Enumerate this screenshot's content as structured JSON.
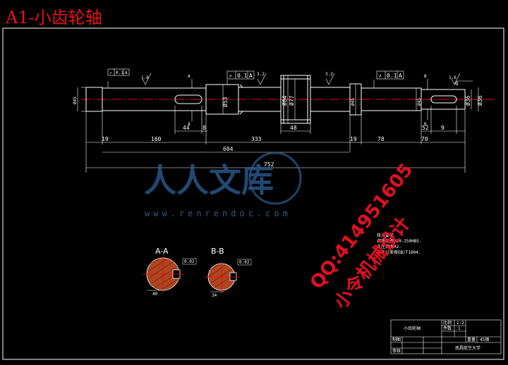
{
  "title": "A1-小齿轮轴",
  "tolerance_frames": [
    {
      "symbol": "↗",
      "value": "0.1",
      "datum": "A"
    },
    {
      "symbol": "↗",
      "value": "0.1",
      "datum": "A"
    },
    {
      "symbol": "↗",
      "value": "0.1",
      "datum": "A"
    }
  ],
  "section_markers": {
    "a": "A",
    "b": "B"
  },
  "roughness_labels": [
    "1.6",
    "3.2",
    "3.2",
    "1.6"
  ],
  "diameter_labels": [
    "Ø45",
    "Ø53",
    "Ø84",
    "Ø77",
    "Ø45",
    "Ø45",
    "Ø36",
    "Ø36"
  ],
  "length_dims": {
    "top_row": [
      "44",
      "8",
      "48",
      "52",
      "6"
    ],
    "row1": [
      "19",
      "160",
      "333",
      "19",
      "78",
      "70"
    ],
    "row2": "604",
    "row3": "752",
    "right_small": "9"
  },
  "sections": {
    "a_label": "A-A",
    "b_label": "B-B",
    "a_depth": "40",
    "b_depth": "34",
    "a_tol": "0.02",
    "b_tol": "0.02"
  },
  "tech_notes": [
    "技术要求",
    "调质处理220-250HBS.",
    "未注倒角R2.",
    "未注公差按GB/T1804."
  ],
  "title_block": {
    "part_name": "小齿轮轴",
    "scale_label": "比例",
    "scale_value": "1:2",
    "qty_label": "件数",
    "qty_value": "1",
    "drawn_label": "制图",
    "checked_label": "审核",
    "weight_label": "重量",
    "material": "45钢",
    "school": "南昌航空大学"
  },
  "watermarks": {
    "logo_text": "人人文库",
    "url": "www.renrendoc.com",
    "qq": "QQ:414951605",
    "studio": "小令机械设计"
  }
}
